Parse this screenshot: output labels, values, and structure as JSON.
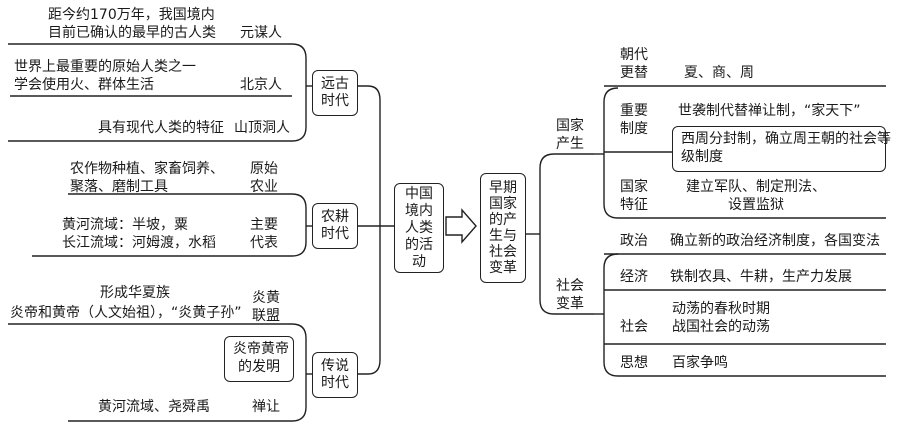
{
  "center_title": "中国\n境内\n人类\n的活\n动",
  "right_title": "早期\n国家\n的产\n生与\n社会\n变革",
  "left": {
    "yuangu": {
      "title": "远古\n时代",
      "yuanmou_desc": "距今约170万年，我国境内\n目前已确认的最早的古人类",
      "yuanmou_name": "元谋人",
      "beijing_desc": "世界上最重要的原始人类之一\n学会使用火、群体生活",
      "beijing_name": "北京人",
      "shanding_desc": "具有现代人类的特征",
      "shanding_name": "山顶洞人"
    },
    "nonggeng": {
      "title": "农耕\n时代",
      "yuanshi_desc": "农作物种植、家畜饲养、\n聚落、磨制工具",
      "yuanshi_name": "原始\n农业",
      "daibiao_desc": "黄河流域：半坡，粟\n长江流域：河姆渡，水稻",
      "daibiao_name": "主要\n代表"
    },
    "chuanshuo": {
      "title": "传说\n时代",
      "huaxia": "形成华夏族",
      "yanhuang_desc": "炎帝和黄帝（人文始祖），“炎黄子孙”",
      "lianmeng": "炎黄\n联盟",
      "faming": "炎帝黄帝\n的发明",
      "region": "黄河流域、尧舜禹",
      "shanrang": "禅让"
    }
  },
  "right": {
    "guojia": {
      "title": "国家\n产生",
      "chaodai_label": "朝代\n更替",
      "chaodai_value": "夏、商、周",
      "zhidu_label": "重要\n制度",
      "zhidu_value1": "世袭制代替禅让制，“家天下”",
      "zhidu_value2": "西周分封制，确立周王朝的社会等\n级制度",
      "tezheng_label": "国家\n特征",
      "tezheng_value": "建立军队、制定刑法、\n设置监狱"
    },
    "biange": {
      "title": "社会\n变革",
      "zhengzhi_label": "政治",
      "zhengzhi_value": "确立新的政治经济制度，各国变法",
      "jingji_label": "经济",
      "jingji_value": "铁制农具、牛耕，生产力发展",
      "shehui_label": "社会",
      "shehui_value": "动荡的春秋时期\n战国社会的动荡",
      "sixiang_label": "思想",
      "sixiang_value": "百家争鸣"
    }
  }
}
